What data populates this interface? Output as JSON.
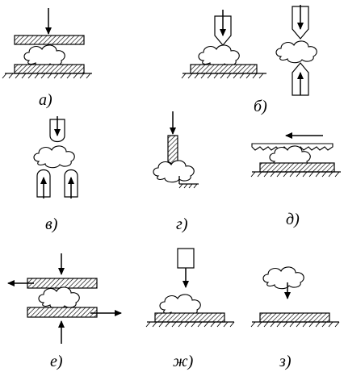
{
  "panels": [
    {
      "id": "a",
      "letter": "а",
      "paren": ")",
      "description_free": true
    },
    {
      "id": "b",
      "letter": "б",
      "paren": ")"
    },
    {
      "id": "v",
      "letter": "в",
      "paren": ")"
    },
    {
      "id": "g",
      "letter": "г",
      "paren": ")"
    },
    {
      "id": "d",
      "letter": "д",
      "paren": ")"
    },
    {
      "id": "e",
      "letter": "е",
      "paren": ")"
    },
    {
      "id": "zh",
      "letter": "ж",
      "paren": ")"
    },
    {
      "id": "z",
      "letter": "з",
      "paren": ")"
    }
  ],
  "colors": {
    "stroke": "#000000",
    "hatch": "#000000",
    "fill": "#ffffff"
  }
}
